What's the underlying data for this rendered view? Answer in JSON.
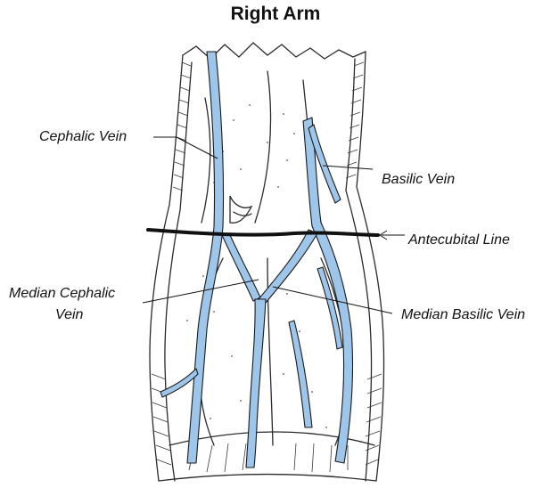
{
  "title": "Right Arm",
  "labels": {
    "cephalic_vein": "Cephalic Vein",
    "basilic_vein": "Basilic Vein",
    "antecubital_line": "Antecubital Line",
    "median_cephalic_vein_line1": "Median Cephalic",
    "median_cephalic_vein_line2": "Vein",
    "median_basilic_vein": "Median Basilic Vein"
  },
  "colors": {
    "vein_fill": "#9ec5ea",
    "vein_stroke": "#1a1a1a",
    "sketch": "#2a2a2a"
  }
}
